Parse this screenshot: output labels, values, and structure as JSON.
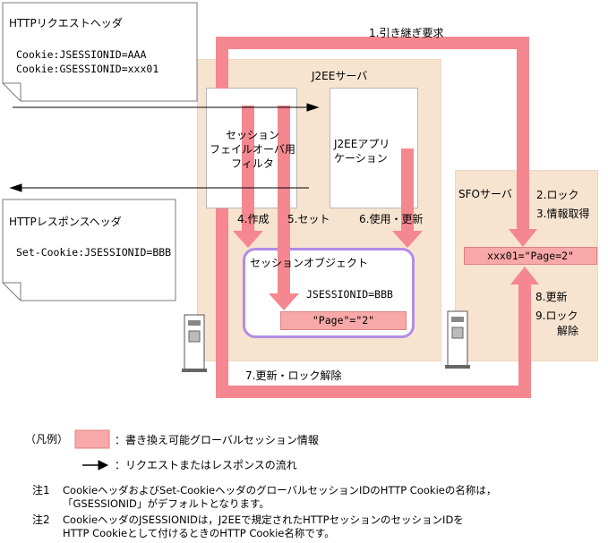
{
  "request_header": {
    "title": "HTTPリクエストヘッダ",
    "lines": [
      "Cookie:JSESSIONID=AAA",
      "Cookie:GSESSIONID=xxx01"
    ]
  },
  "response_header": {
    "title": "HTTPレスポンスヘッダ",
    "lines": [
      "Set-Cookie:JSESSIONID=BBB"
    ]
  },
  "j2ee_server": {
    "title": "J2EEサーバ"
  },
  "filter": {
    "lines": [
      "セッション",
      "フェイルオーバ用",
      "フィルタ"
    ]
  },
  "app": {
    "lines": [
      "J2EEアプリ",
      "ケーション"
    ]
  },
  "session_object": {
    "title": "セッションオブジェクト",
    "id": "JSESSIONID=BBB",
    "value": "\"Page\"=\"2\""
  },
  "sfo_server": {
    "title": "SFOサーバ",
    "value": "xxx01=\"Page=2\""
  },
  "steps": {
    "s1": "1.引き継ぎ要求",
    "s2": "2.ロック",
    "s3": "3.情報取得",
    "s4": "4.作成",
    "s5": "5.セット",
    "s6": "6.使用・更新",
    "s7": "7.更新・ロック解除",
    "s8": "8.更新",
    "s9a": "9.ロック",
    "s9b": "解除"
  },
  "legend": {
    "label": "（凡例）",
    "pink": "：書き換え可能グローバルセッション情報",
    "arrow": "：リクエストまたはレスポンスの流れ"
  },
  "notes": {
    "n1_label": "注1",
    "n1_line1": "CookieヘッダおよびSet-CookieヘッダのグローバルセッションIDのHTTP Cookieの名称は，",
    "n1_line2": "「GSESSIONID」がデフォルトとなります。",
    "n2_label": "注2",
    "n2_line1": "CookieヘッダのJSESSIONIDは，J2EEで規定されたHTTPセッションのセッションIDを",
    "n2_line2": "HTTP Cookieとして付けるときのHTTP Cookie名称です。"
  },
  "colors": {
    "panel": "#f6e3d0",
    "pink_arrow": "#f4878f",
    "session_border": "#b38ce6",
    "pink_box": "#f8a8a8"
  }
}
